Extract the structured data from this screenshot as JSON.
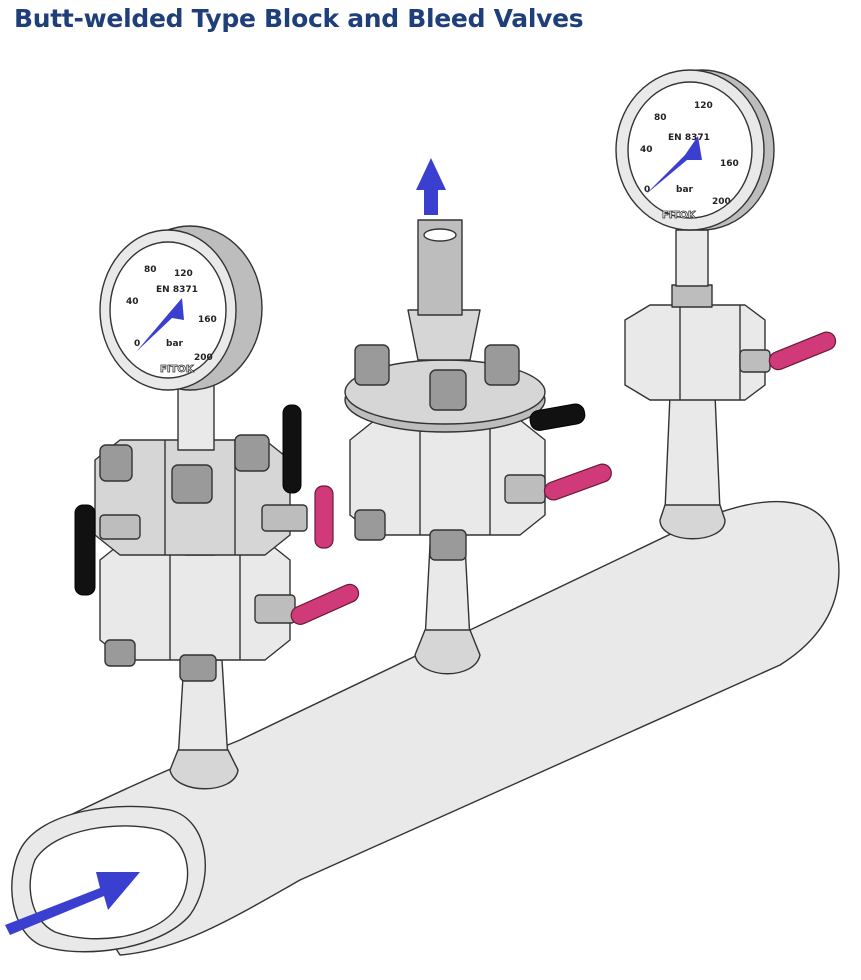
{
  "title": "Butt-welded Type Block and Bleed Valves",
  "gauge": {
    "scale": [
      "0",
      "40",
      "80",
      "120",
      "160",
      "200"
    ],
    "standard": "EN 8371",
    "unit": "bar",
    "brand": "FITOK"
  },
  "colors": {
    "title": "#1f3f7a",
    "flow_arrow": "#3a3fd0",
    "handle_pink": "#d03a78",
    "handle_black": "#111111",
    "metal": "#e9e9e9"
  },
  "icons": [
    "flow-inlet-arrow",
    "flow-outlet-arrow"
  ]
}
